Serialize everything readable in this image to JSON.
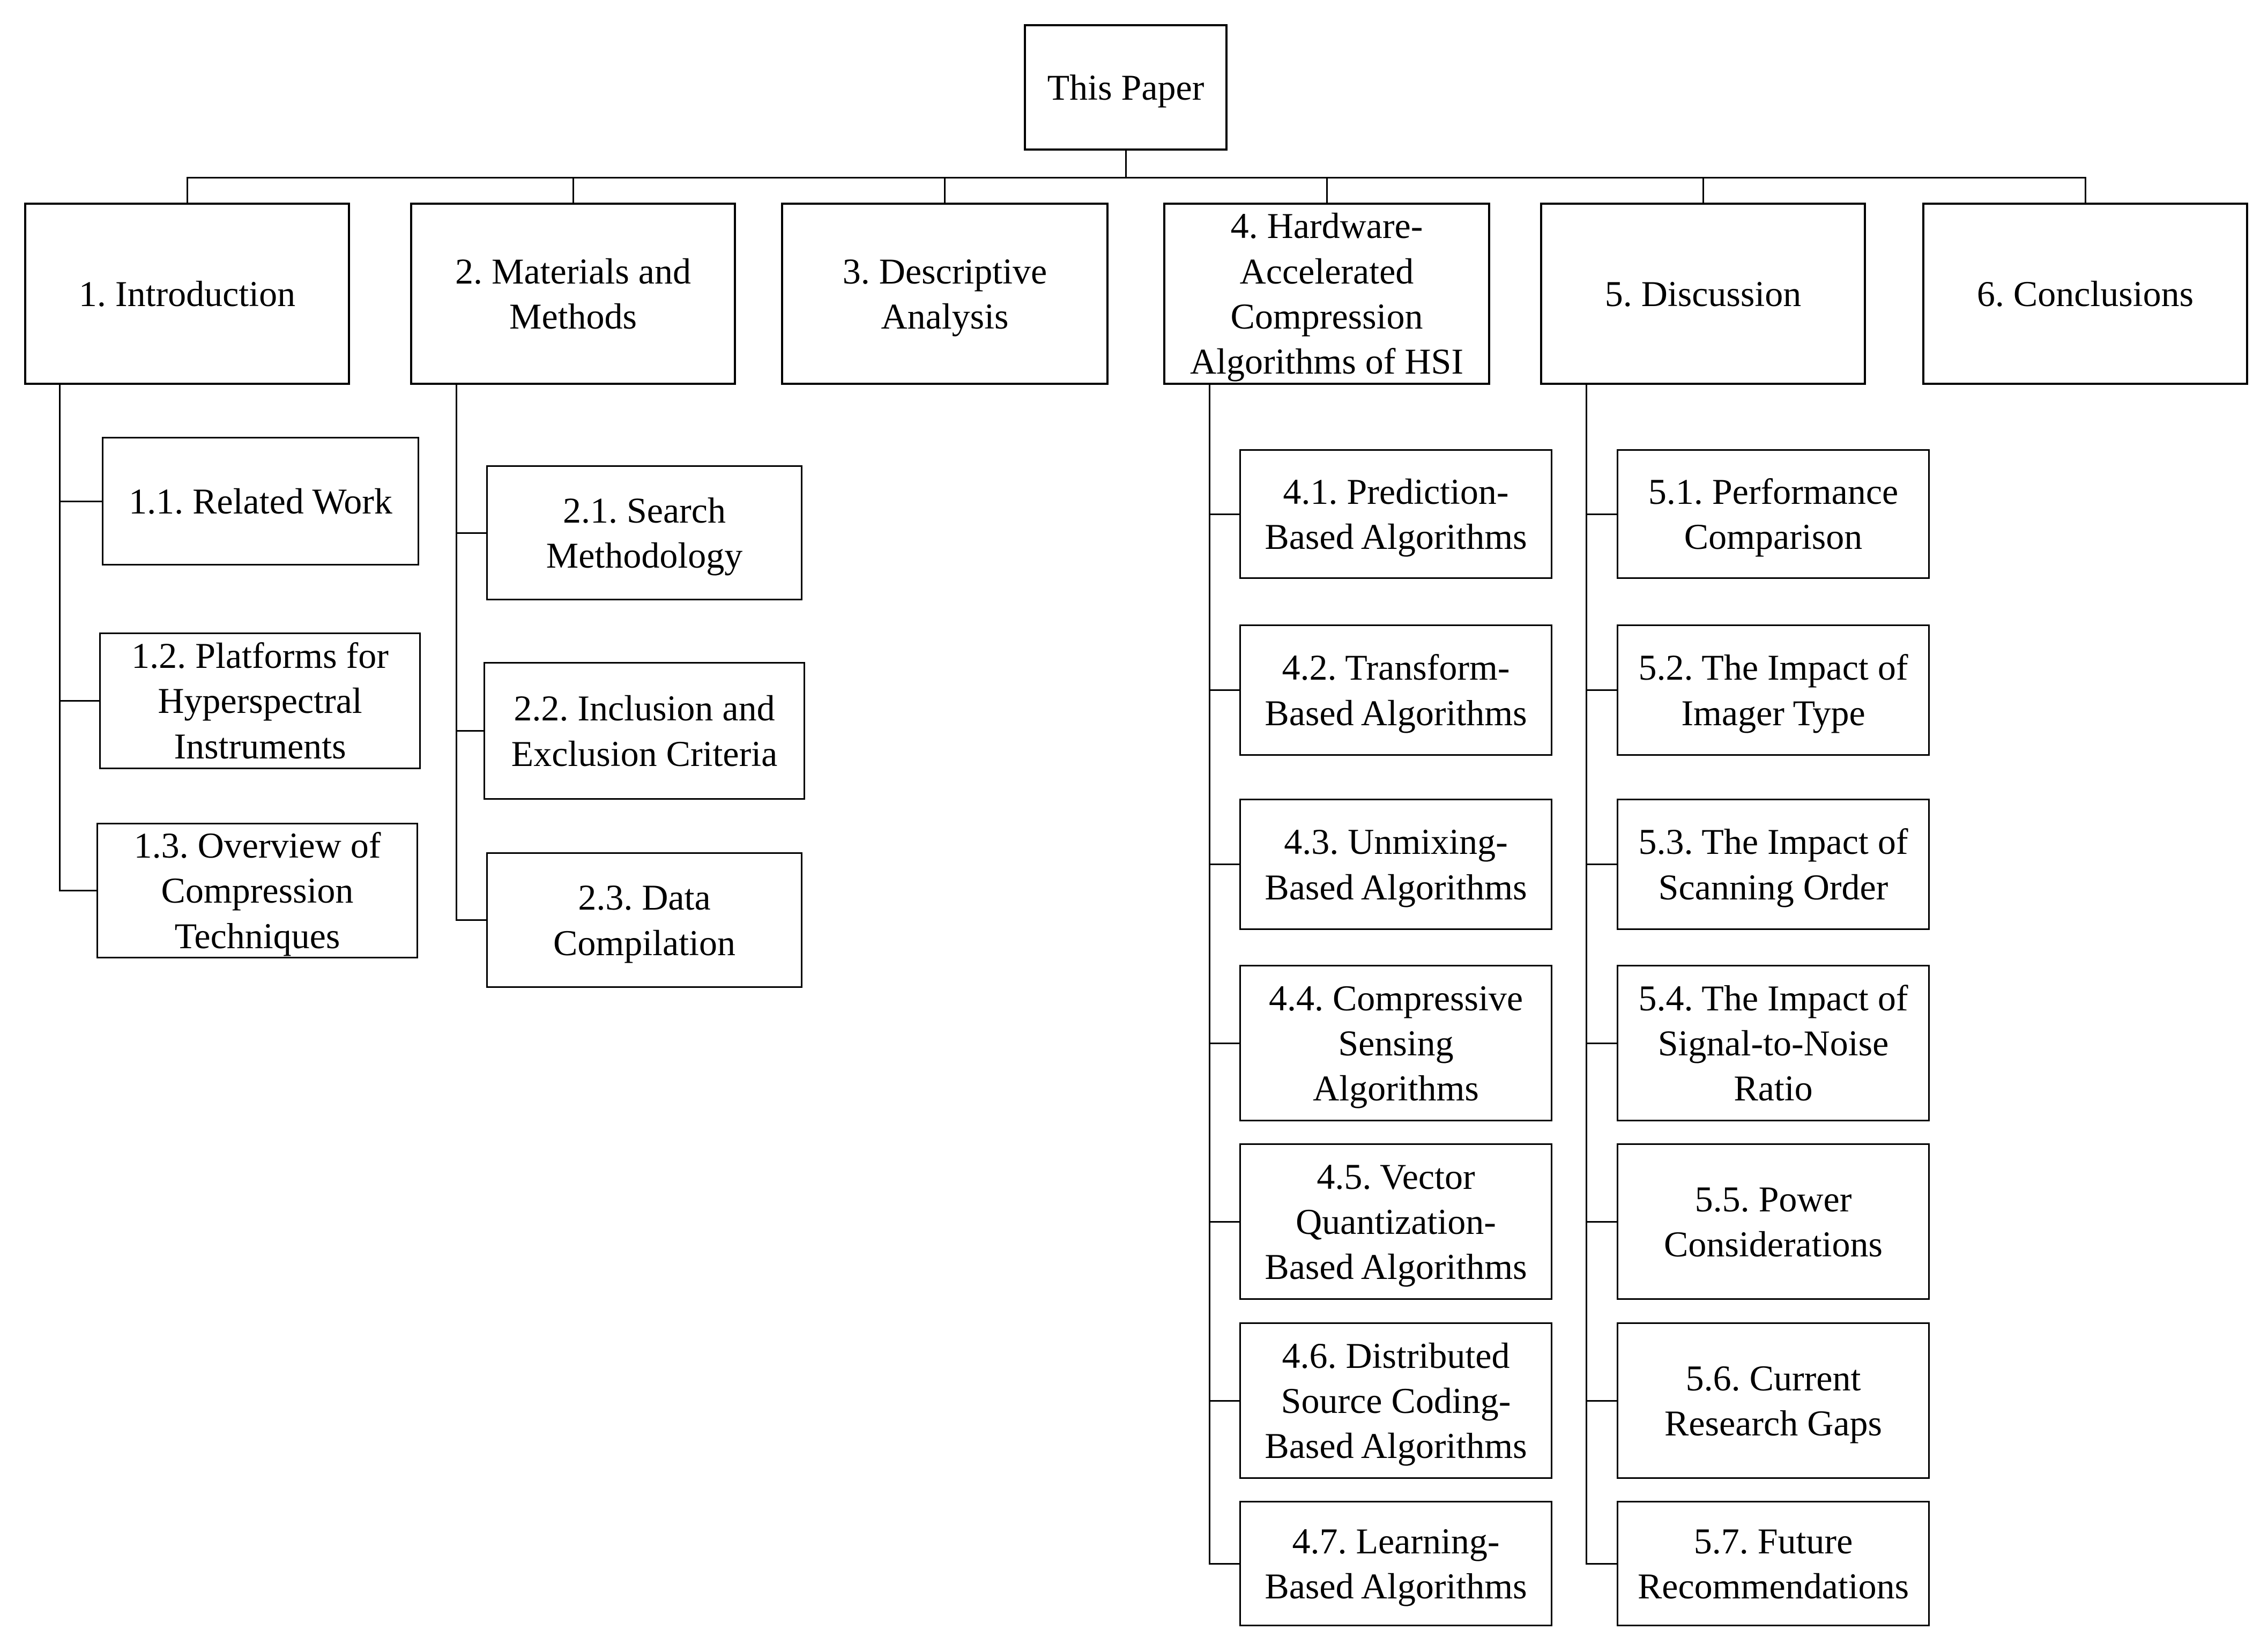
{
  "diagram_title": "This Paper structure tree",
  "root": {
    "label": "This Paper"
  },
  "sections": [
    {
      "label": "1. Introduction",
      "children": [
        {
          "label": "1.1. Related Work"
        },
        {
          "label": "1.2. Platforms for\nHyperspectral\nInstruments"
        },
        {
          "label": "1.3. Overview of\nCompression\nTechniques"
        }
      ]
    },
    {
      "label": "2. Materials and\nMethods",
      "children": [
        {
          "label": "2.1. Search\nMethodology"
        },
        {
          "label": "2.2. Inclusion and\nExclusion Criteria"
        },
        {
          "label": "2.3. Data\nCompilation"
        }
      ]
    },
    {
      "label": "3. Descriptive\nAnalysis",
      "children": []
    },
    {
      "label": "4. Hardware-\nAccelerated\nCompression\nAlgorithms of HSI",
      "children": [
        {
          "label": "4.1. Prediction-\nBased Algorithms"
        },
        {
          "label": "4.2. Transform-\nBased Algorithms"
        },
        {
          "label": "4.3. Unmixing-\nBased Algorithms"
        },
        {
          "label": "4.4. Compressive\nSensing\nAlgorithms"
        },
        {
          "label": "4.5. Vector\nQuantization-\nBased Algorithms"
        },
        {
          "label": "4.6. Distributed\nSource Coding-\nBased Algorithms"
        },
        {
          "label": "4.7. Learning-\nBased Algorithms"
        }
      ]
    },
    {
      "label": "5. Discussion",
      "children": [
        {
          "label": "5.1. Performance\nComparison"
        },
        {
          "label": "5.2. The Impact of\nImager Type"
        },
        {
          "label": "5.3. The Impact of\nScanning Order"
        },
        {
          "label": "5.4. The Impact of\nSignal-to-Noise\nRatio"
        },
        {
          "label": "5.5. Power\nConsiderations"
        },
        {
          "label": "5.6. Current\nResearch Gaps"
        },
        {
          "label": "5.7. Future\nRecommendations"
        }
      ]
    },
    {
      "label": "6. Conclusions",
      "children": []
    }
  ],
  "styles": {
    "background": "#ffffff",
    "box_fill": "#ffffff",
    "box_border": "#000000",
    "text_color": "#000000",
    "connector_color": "#000000"
  }
}
